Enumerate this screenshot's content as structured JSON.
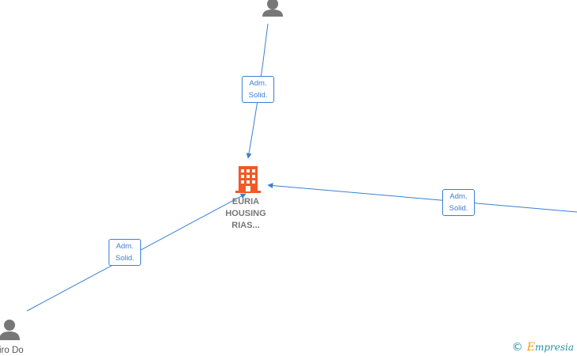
{
  "company": {
    "name_lines": [
      "EURIA",
      "HOUSING",
      "RIAS..."
    ],
    "icon": "building-icon",
    "color": "#f05a28"
  },
  "persons": [
    {
      "label": "",
      "icon": "person-icon"
    },
    {
      "label": "iro Do",
      "icon": "person-icon"
    }
  ],
  "edges": [
    {
      "from": "person-top",
      "to": "company",
      "label_lines": [
        "Adm.",
        "Solid."
      ]
    },
    {
      "from": "person-bottom-left",
      "to": "company",
      "label_lines": [
        "Adm.",
        "Solid."
      ]
    },
    {
      "from": "offscreen-right",
      "to": "company",
      "label_lines": [
        "Adm.",
        "Solid."
      ]
    }
  ],
  "colors": {
    "edge": "#3a7fd4",
    "person": "#777777"
  },
  "watermark": {
    "symbol": "©",
    "brand_initial": "E",
    "brand_rest": "mpresia"
  }
}
